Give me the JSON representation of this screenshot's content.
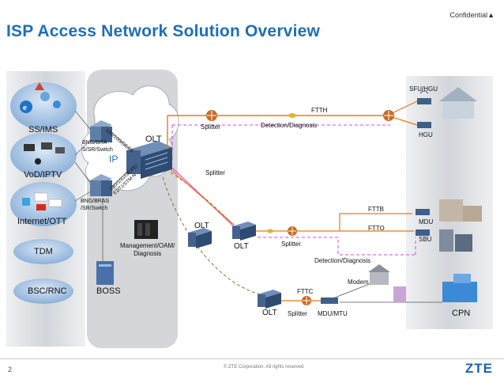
{
  "header": {
    "title": "ISP Access Network Solution Overview",
    "confidential": "Confidential▲"
  },
  "services": [
    "SS/IMS",
    "VoD/IPTV",
    "Internet/OTT",
    "TDM",
    "BSC/RNC"
  ],
  "core": {
    "ip_label": "IP",
    "bng_top": "BNG/BRA\nS/SR/Switch",
    "bng_bottom": "BNG/BRAS\n/SR/Switch",
    "olt_label": "OLT",
    "link_top": "10G/10G/GE/FE",
    "link_bottom": "10G/10G/GE/FE/\nE1/T1/STM-N",
    "mgmt": "Management/OAM/\nDiagnosis",
    "boss": "BOSS"
  },
  "access": {
    "splitter_top": "Splitter",
    "detection_top": "Detection/Diagnosis",
    "ftth": "FTTH",
    "splitter_mid": "Splitter",
    "olt_mid": "OLT",
    "olt_mid2": "OLT",
    "splitter_mid2": "Splitter",
    "fttb": "FTTB",
    "ftto": "FTTO",
    "detection_mid": "Detection/Diagnosis",
    "modem": "Modem",
    "fttc": "FTTC",
    "olt_bottom": "OLT",
    "splitter_bottom": "Splitter",
    "mdu_mtu": "MDU/MTU"
  },
  "cpn": {
    "sfu_hgu": "SFU/HGU",
    "hgu": "HGU",
    "mdu": "MDU",
    "sbu": "SBU",
    "cpn": "CPN"
  },
  "footer": {
    "page": "2",
    "copyright": "© ZTE Corporation. All rights reserved",
    "logo": "ZTE"
  },
  "colors": {
    "title": "#1f6fb5",
    "fiber": "#e8791e",
    "detection": "#d94ad9",
    "service_cloud": "#8fb4dc",
    "panel": "#d7d9dc"
  }
}
